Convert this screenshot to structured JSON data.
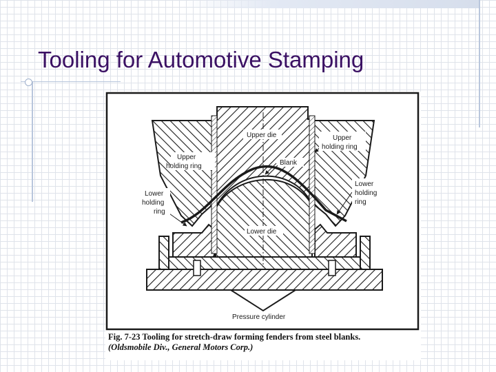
{
  "slide": {
    "title": "Tooling for Automotive Stamping"
  },
  "figure": {
    "labels": {
      "upper_die": "Upper die",
      "upper_holding_ring_left_1": "Upper",
      "upper_holding_ring_left_2": "holding ring",
      "upper_holding_ring_right_1": "Upper",
      "upper_holding_ring_right_2": "holding ring",
      "blank": "Blank",
      "lower_holding_ring_right_1": "Lower",
      "lower_holding_ring_right_2": "holding",
      "lower_holding_ring_right_3": "ring",
      "lower_holding_ring_left_1": "Lower",
      "lower_holding_ring_left_2": "holding",
      "lower_holding_ring_left_3": "ring",
      "lower_die": "Lower die",
      "pressure_cylinder": "Pressure cylinder"
    },
    "caption": {
      "main": "Fig. 7-23  Tooling for stretch-draw forming fenders from steel blanks.",
      "credit": "(Oldsmobile Div., General Motors Corp.)"
    }
  },
  "colors": {
    "title": "#3a1063",
    "ink": "#1a1a1a",
    "grid": "#dfe3ea",
    "accent": "#b9c6dc"
  }
}
